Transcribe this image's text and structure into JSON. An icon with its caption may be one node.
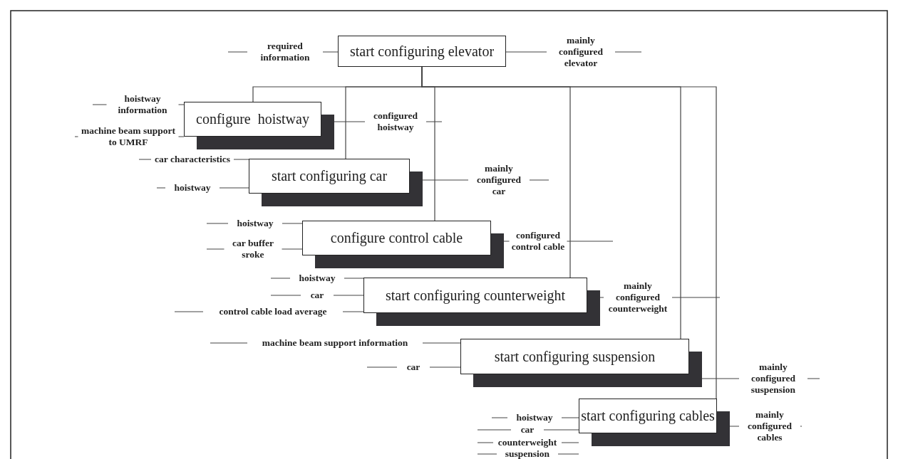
{
  "diagram": {
    "nodes": [
      {
        "text": [
          "start configuring elevator"
        ]
      },
      {
        "text": [
          "configure  hoistway"
        ]
      },
      {
        "text": [
          "start configuring car"
        ]
      },
      {
        "text": [
          "configure control cable"
        ]
      },
      {
        "text": [
          "start configuring counterweight"
        ]
      },
      {
        "text": [
          "start configuring suspension"
        ]
      },
      {
        "text": [
          "start configuring cables"
        ]
      }
    ],
    "edges": [
      {
        "from": null,
        "to": 0,
        "arrow": "none",
        "label": "required information"
      },
      {
        "from": 0,
        "to": null,
        "arrow": "none",
        "label": "mainly configured elevator"
      },
      {
        "from": 0,
        "to": 1,
        "arrow": "none"
      },
      {
        "from": 0,
        "to": 2,
        "arrow": "none"
      },
      {
        "from": 0,
        "to": 3,
        "arrow": "none"
      },
      {
        "from": 0,
        "to": 4,
        "arrow": "none"
      },
      {
        "from": 0,
        "to": 5,
        "arrow": "none"
      },
      {
        "from": 0,
        "to": 6,
        "arrow": "none"
      },
      {
        "from": null,
        "to": 1,
        "arrow": "none",
        "label": "hoistway information"
      },
      {
        "from": null,
        "to": 1,
        "arrow": "none",
        "label": "machine beam support to UMRF"
      },
      {
        "from": 1,
        "to": null,
        "arrow": "none",
        "label": "configured hoistway"
      },
      {
        "from": null,
        "to": 2,
        "arrow": "none",
        "label": "car characteristics"
      },
      {
        "from": null,
        "to": 2,
        "arrow": "none",
        "label": "hoistway"
      },
      {
        "from": 2,
        "to": null,
        "arrow": "none",
        "label": "mainly configured car"
      },
      {
        "from": null,
        "to": 3,
        "arrow": "none",
        "label": "hoistway"
      },
      {
        "from": null,
        "to": 3,
        "arrow": "none",
        "label": "car buffer sroke"
      },
      {
        "from": 3,
        "to": null,
        "arrow": "none",
        "label": "configured control cable"
      },
      {
        "from": null,
        "to": 4,
        "arrow": "none",
        "label": "hoistway"
      },
      {
        "from": null,
        "to": 4,
        "arrow": "none",
        "label": "car"
      },
      {
        "from": null,
        "to": 4,
        "arrow": "none",
        "label": "control cable load average"
      },
      {
        "from": 4,
        "to": null,
        "arrow": "none",
        "label": "mainly configured counterweight"
      },
      {
        "from": null,
        "to": 5,
        "arrow": "none",
        "label": "machine beam support information"
      },
      {
        "from": null,
        "to": 5,
        "arrow": "none",
        "label": "car"
      },
      {
        "from": 5,
        "to": null,
        "arrow": "none",
        "label": "mainly configured suspension"
      },
      {
        "from": null,
        "to": 6,
        "arrow": "none",
        "label": "hoistway"
      },
      {
        "from": null,
        "to": 6,
        "arrow": "none",
        "label": "car"
      },
      {
        "from": null,
        "to": 6,
        "arrow": "none",
        "label": "counterweight"
      },
      {
        "from": null,
        "to": 6,
        "arrow": "none",
        "label": "suspension"
      },
      {
        "from": 6,
        "to": null,
        "arrow": "none",
        "label": "mainly configured cables"
      }
    ]
  }
}
